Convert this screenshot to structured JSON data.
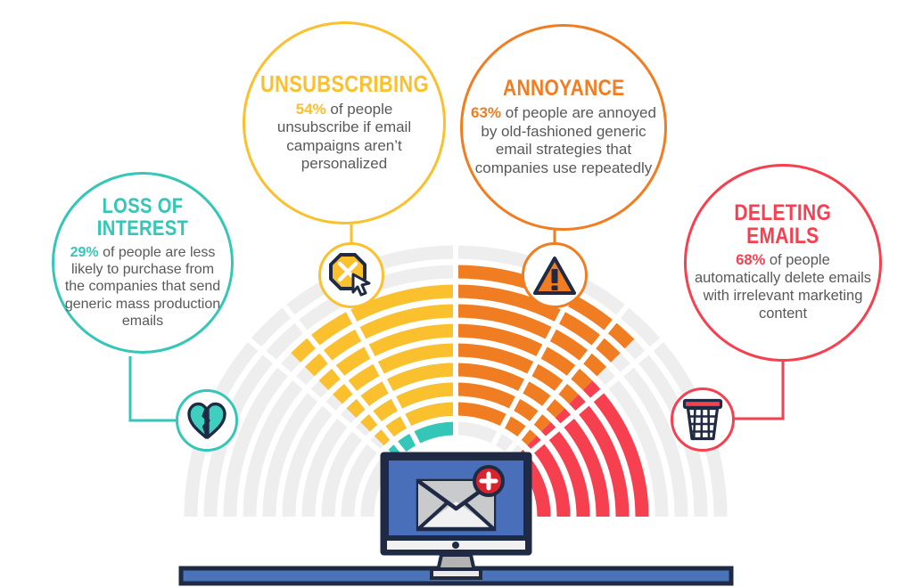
{
  "infographic": {
    "theme": "email-marketing-consequences",
    "background": "#ffffff",
    "colors": {
      "teal": "#34c6b6",
      "yellow": "#fbc02d",
      "orange": "#f07d21",
      "red": "#f6404f",
      "gray_track": "#eeeeee",
      "navy": "#1f2a44",
      "screen_blue": "#4a6fba",
      "desk_blue": "#4a73b8",
      "body_text": "#58595b"
    },
    "bubbles": [
      {
        "id": "loss-of-interest",
        "title": "LOSS OF INTEREST",
        "title_lines": [
          "LOSS OF",
          "INTEREST"
        ],
        "percent": "29%",
        "body": " of people are less likely to purchase from the companies that send generic mass production emails",
        "color": "#34c6b6",
        "icon": "broken-heart-icon"
      },
      {
        "id": "unsubscribing",
        "title": "UNSUBSCRIBING",
        "title_lines": [
          "UNSUBSCRIBING"
        ],
        "percent": "54%",
        "body": " of people unsubscribe if email campaigns aren’t personalized",
        "color": "#fbc02d",
        "icon": "unsubscribe-click-icon"
      },
      {
        "id": "annoyance",
        "title": "ANNOYANCE",
        "title_lines": [
          "ANNOYANCE"
        ],
        "percent": "63%",
        "body": " of people are annoyed by old-fashioned generic email strategies that companies use repeatedly",
        "color": "#f07d21",
        "icon": "warning-triangle-icon"
      },
      {
        "id": "deleting-emails",
        "title": "DELETING EMAILS",
        "title_lines": [
          "DELETING",
          "EMAILS"
        ],
        "percent": "68%",
        "body": " of people automatically delete emails with irrelevant marketing content",
        "color": "#f6404f",
        "icon": "trash-basket-icon"
      }
    ],
    "center_graphic": {
      "name": "desktop-monitor-with-new-email",
      "screen_color": "#4a6fba",
      "envelope": "envelope-icon",
      "badge": "new-email-plus-badge",
      "desk_color": "#4a73b8"
    },
    "arc": {
      "name": "segmented-rainbow-arc",
      "ring_count": 10,
      "segments": [
        {
          "label": "teal-active",
          "color": "#34c6b6",
          "filled_bands": 4
        },
        {
          "label": "yellow-active",
          "color": "#fbc02d",
          "filled_bands": 7
        },
        {
          "label": "orange-active",
          "color": "#f07d21",
          "filled_bands": 8
        },
        {
          "label": "red-active",
          "color": "#f6404f",
          "filled_bands": 7
        }
      ],
      "track_color": "#eeeeee"
    }
  }
}
